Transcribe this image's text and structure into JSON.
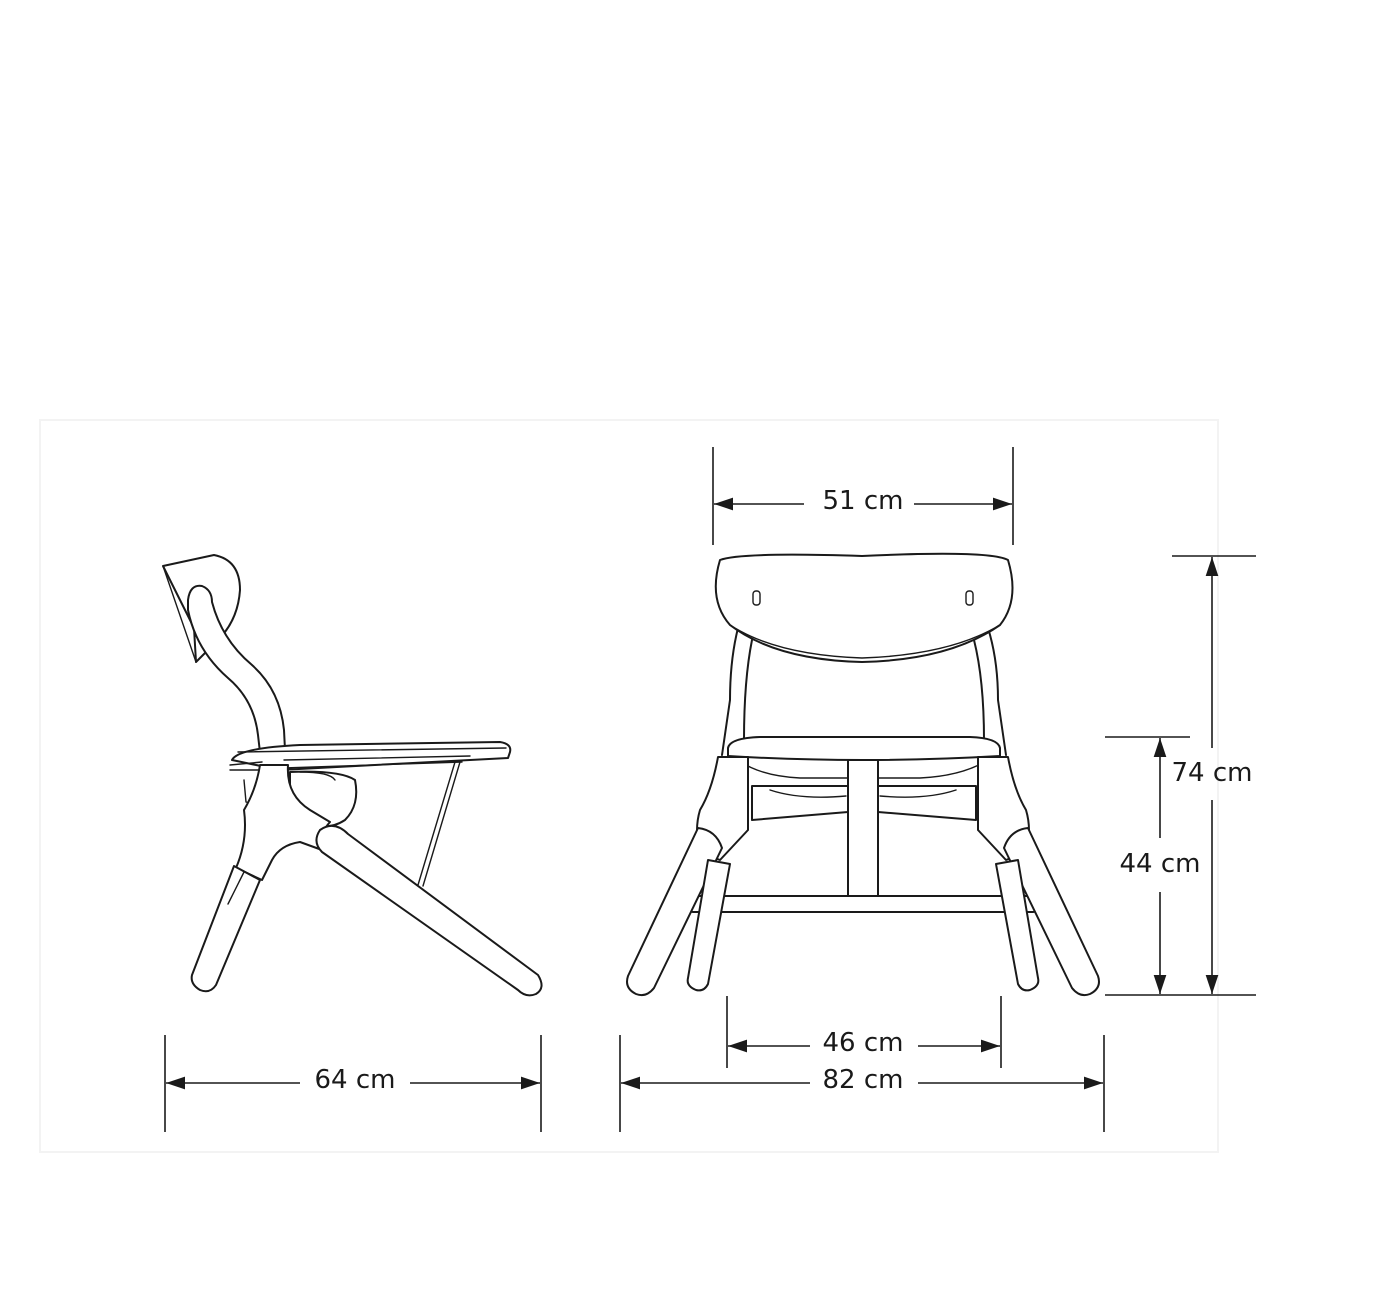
{
  "dimensions": {
    "back_width": "51 cm",
    "total_height": "74 cm",
    "seat_height": "44 cm",
    "side_depth": "64 cm",
    "inner_width": "46 cm",
    "outer_width": "82 cm"
  },
  "colors": {
    "line": "#1a1a1a",
    "frame": "#f3f3f3",
    "background": "#ffffff"
  }
}
